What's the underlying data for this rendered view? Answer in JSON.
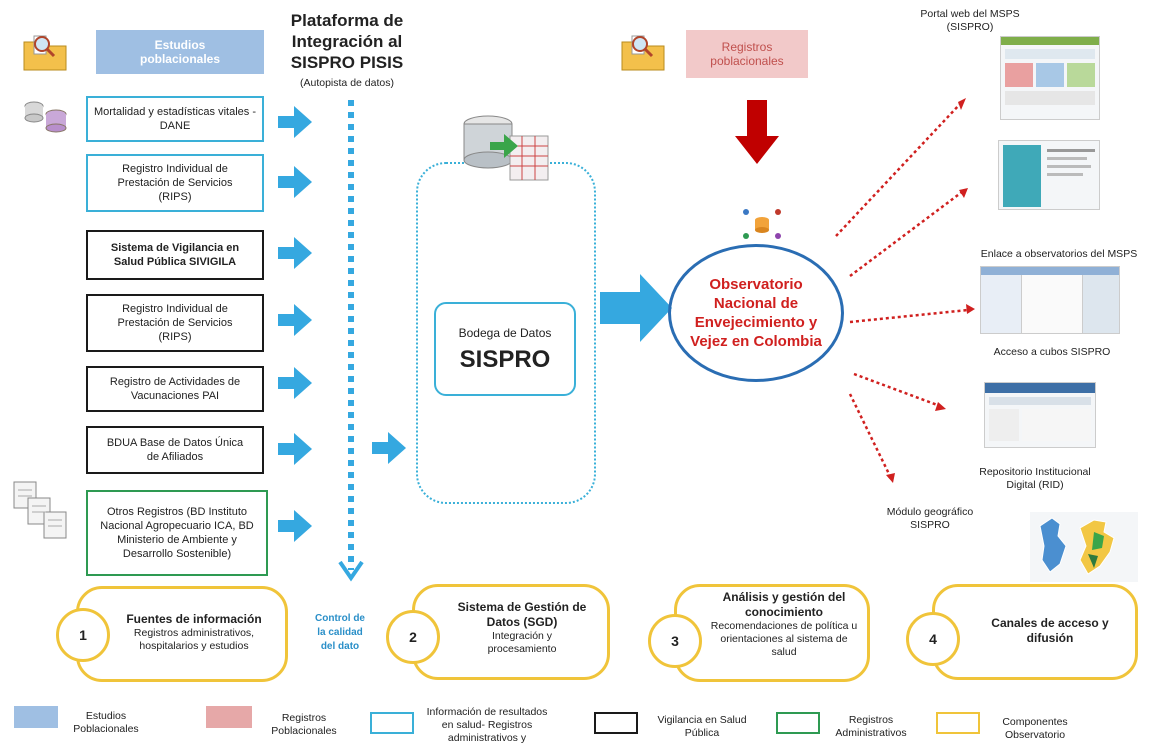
{
  "colors": {
    "blue_border": "#3ab0d8",
    "black_border": "#1a1a1a",
    "green_border": "#2e9a52",
    "yellow": "#f0c43a",
    "arrow_blue": "#35a8e0",
    "red": "#c00000",
    "study_fill": "#9fbfe3",
    "registry_fill": "#f2c9c9"
  },
  "header": {
    "estudios": "Estudios poblacionales",
    "plataforma": "Plataforma de Integración al SISPRO PISIS",
    "autopista": "(Autopista de datos)",
    "registros": "Registros poblacionales"
  },
  "sources": [
    {
      "label": "Mortalidad y estadísticas vitales - DANE"
    },
    {
      "label": "Registro Individual de Prestación de Servicios (RIPS)"
    },
    {
      "label": "Sistema de Vigilancia en Salud Pública SIVIGILA"
    },
    {
      "label": "Registro Individual de Prestación de Servicios (RIPS)"
    },
    {
      "label": "Registro de Actividades de Vacunaciones PAI"
    },
    {
      "label": "BDUA Base de Datos Única de Afiliados"
    },
    {
      "label": "Otros Registros (BD Instituto Nacional Agropecuario ICA, BD Ministerio de Ambiente y Desarrollo Sostenible)"
    }
  ],
  "bodega": {
    "label": "Bodega de Datos",
    "name": "SISPRO"
  },
  "observatorio": "Observatorio Nacional de Envejecimiento y Vejez en Colombia",
  "control": "Control de la calidad del dato",
  "outputs": {
    "portal": "Portal web del MSPS (SISPRO)",
    "enlace": "Enlace a observatorios del MSPS",
    "cubos": "Acceso a cubos SISPRO",
    "repositorio": "Repositorio Institucional Digital (RID)",
    "modulo": "Módulo geográfico SISPRO"
  },
  "components": [
    {
      "num": "1",
      "title": "Fuentes de información",
      "desc": "Registros administrativos, hospitalarios y estudios"
    },
    {
      "num": "2",
      "title": "Sistema de Gestión de Datos (SGD)",
      "desc": "Integración y procesamiento"
    },
    {
      "num": "3",
      "title": "Análisis y gestión del conocimiento",
      "desc": "Recomendaciones de política u orientaciones al sistema de salud"
    },
    {
      "num": "4",
      "title": "Canales de acceso y difusión",
      "desc": ""
    }
  ],
  "legend": {
    "estudios": "Estudios Poblacionales",
    "registros": "Registros Poblacionales",
    "info": "Información de resultados en salud- Registros administrativos y",
    "vigilancia": "Vigilancia en Salud Pública",
    "administrativos": "Registros Administrativos",
    "componentes": "Componentes Observatorio"
  }
}
